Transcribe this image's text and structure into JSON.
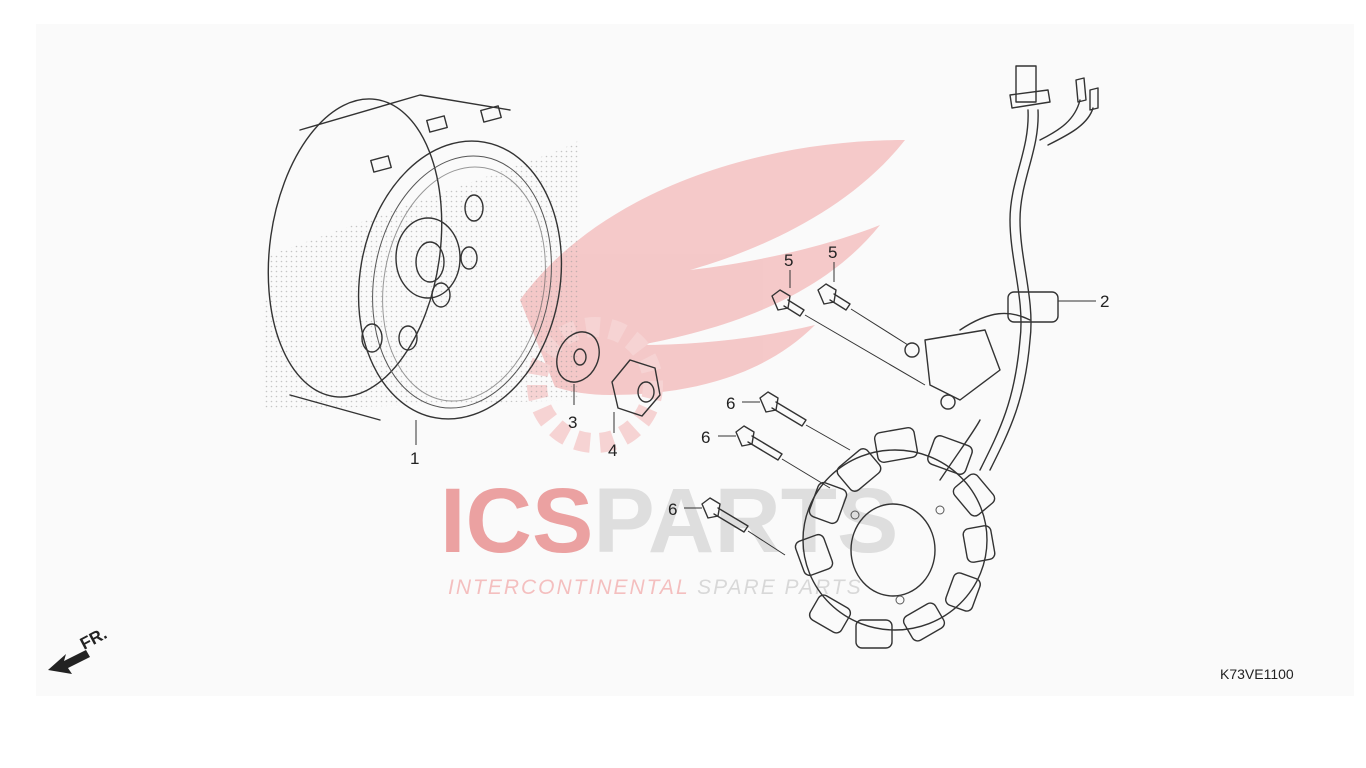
{
  "diagram": {
    "callouts": {
      "flywheel": "1",
      "stator_wire": "2",
      "washer": "3",
      "nut": "4",
      "bolt_5a": "5",
      "bolt_5b": "5",
      "bolt_6a": "6",
      "bolt_6b": "6",
      "bolt_6c": "6"
    },
    "direction_label": "FR.",
    "diagram_code": "K73VE1100"
  },
  "watermark": {
    "brand_part1": "ICS",
    "brand_part2": "PARTS",
    "tagline_part1": "INTERCONTINENTAL ",
    "tagline_part2": "SPARE PARTS",
    "brand_color": "#e05a5a",
    "gray_color": "#c8c8c8"
  }
}
